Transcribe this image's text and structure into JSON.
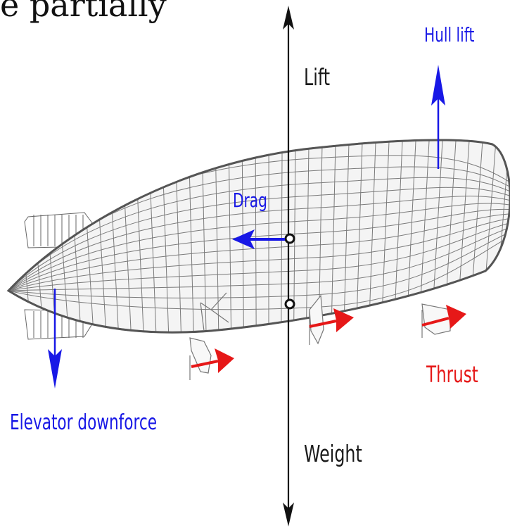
{
  "figure": {
    "top_fragment": "e partially",
    "labels": {
      "lift": "Lift",
      "hull_lift": "Hull lift",
      "drag": "Drag",
      "thrust": "Thrust",
      "elevator_downforce": "Elevator downforce",
      "weight": "Weight"
    },
    "colors": {
      "black_forces": "#111111",
      "blue_forces": "#1818e6",
      "red_forces": "#e61818",
      "hull_wireframe": "#555555"
    }
  }
}
